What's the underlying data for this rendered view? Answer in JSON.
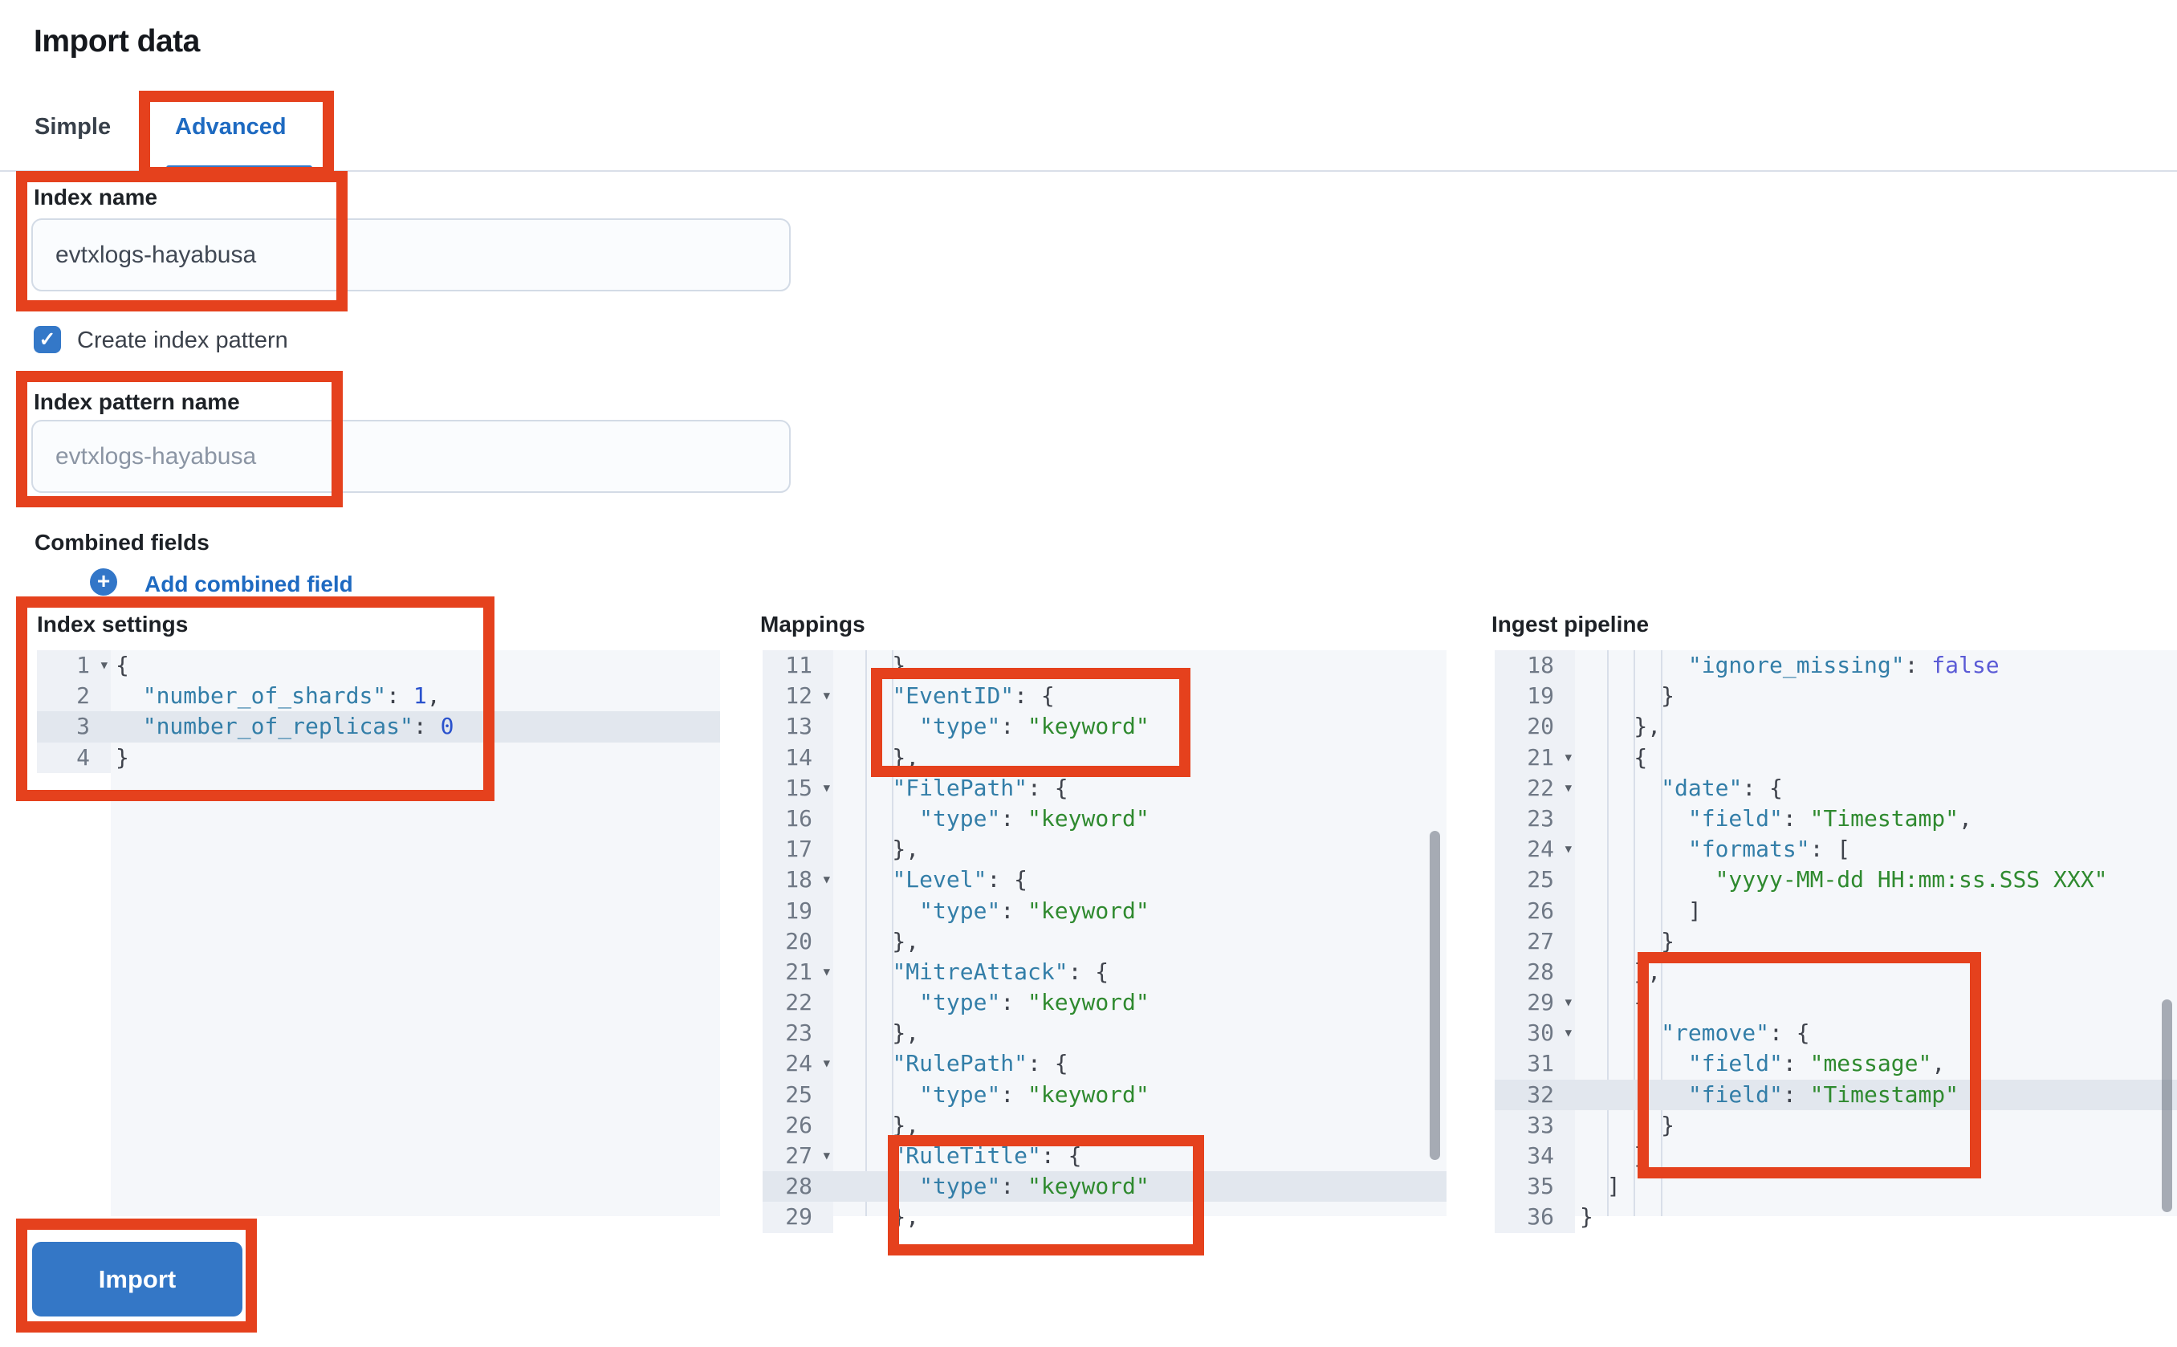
{
  "title": "Import data",
  "tabs": [
    {
      "label": "Simple",
      "active": false
    },
    {
      "label": "Advanced",
      "active": true
    }
  ],
  "form": {
    "index_name": {
      "label": "Index name",
      "value": "evtxlogs-hayabusa"
    },
    "create_index_pattern": {
      "label": "Create index pattern",
      "checked": true,
      "check_glyph": "✓"
    },
    "index_pattern_name": {
      "label": "Index pattern name",
      "placeholder": "evtxlogs-hayabusa"
    },
    "combined_fields": {
      "label": "Combined fields",
      "add_link": "Add combined field",
      "plus_glyph": "+"
    }
  },
  "import_button": {
    "label": "Import"
  },
  "colors": {
    "annotation_red": "#e5411d",
    "primary_blue": "#3478c8",
    "link_blue": "#1e6ac1",
    "code_key": "#337ea8",
    "code_string": "#2f8a2f",
    "code_number": "#2a52cd",
    "code_boolean": "#5b5bd6",
    "active_line_bg": "#e2e7ee"
  },
  "editors": [
    {
      "id": "index-settings",
      "label": "Index settings",
      "guides": [],
      "lines": [
        {
          "num": 1,
          "fold": true,
          "t": [
            [
              "p",
              "{"
            ]
          ]
        },
        {
          "num": 2,
          "t": [
            [
              "p",
              "  "
            ],
            [
              "k",
              "\"number_of_shards\""
            ],
            [
              "p",
              ": "
            ],
            [
              "n",
              "1"
            ],
            [
              "p",
              ","
            ]
          ]
        },
        {
          "num": 3,
          "active": true,
          "t": [
            [
              "p",
              "  "
            ],
            [
              "k",
              "\"number_of_replicas\""
            ],
            [
              "p",
              ": "
            ],
            [
              "n",
              "0"
            ]
          ]
        },
        {
          "num": 4,
          "t": [
            [
              "p",
              "}"
            ]
          ]
        }
      ]
    },
    {
      "id": "mappings",
      "label": "Mappings",
      "guides": [
        2,
        4
      ],
      "lines": [
        {
          "num": 11,
          "t": [
            [
              "p",
              "    },"
            ]
          ]
        },
        {
          "num": 12,
          "fold": true,
          "t": [
            [
              "p",
              "    "
            ],
            [
              "k",
              "\"EventID\""
            ],
            [
              "p",
              ": {"
            ]
          ]
        },
        {
          "num": 13,
          "t": [
            [
              "p",
              "      "
            ],
            [
              "k",
              "\"type\""
            ],
            [
              "p",
              ": "
            ],
            [
              "s",
              "\"keyword\""
            ]
          ]
        },
        {
          "num": 14,
          "t": [
            [
              "p",
              "    },"
            ]
          ]
        },
        {
          "num": 15,
          "fold": true,
          "t": [
            [
              "p",
              "    "
            ],
            [
              "k",
              "\"FilePath\""
            ],
            [
              "p",
              ": {"
            ]
          ]
        },
        {
          "num": 16,
          "t": [
            [
              "p",
              "      "
            ],
            [
              "k",
              "\"type\""
            ],
            [
              "p",
              ": "
            ],
            [
              "s",
              "\"keyword\""
            ]
          ]
        },
        {
          "num": 17,
          "t": [
            [
              "p",
              "    },"
            ]
          ]
        },
        {
          "num": 18,
          "fold": true,
          "t": [
            [
              "p",
              "    "
            ],
            [
              "k",
              "\"Level\""
            ],
            [
              "p",
              ": {"
            ]
          ]
        },
        {
          "num": 19,
          "t": [
            [
              "p",
              "      "
            ],
            [
              "k",
              "\"type\""
            ],
            [
              "p",
              ": "
            ],
            [
              "s",
              "\"keyword\""
            ]
          ]
        },
        {
          "num": 20,
          "t": [
            [
              "p",
              "    },"
            ]
          ]
        },
        {
          "num": 21,
          "fold": true,
          "t": [
            [
              "p",
              "    "
            ],
            [
              "k",
              "\"MitreAttack\""
            ],
            [
              "p",
              ": {"
            ]
          ]
        },
        {
          "num": 22,
          "t": [
            [
              "p",
              "      "
            ],
            [
              "k",
              "\"type\""
            ],
            [
              "p",
              ": "
            ],
            [
              "s",
              "\"keyword\""
            ]
          ]
        },
        {
          "num": 23,
          "t": [
            [
              "p",
              "    },"
            ]
          ]
        },
        {
          "num": 24,
          "fold": true,
          "t": [
            [
              "p",
              "    "
            ],
            [
              "k",
              "\"RulePath\""
            ],
            [
              "p",
              ": {"
            ]
          ]
        },
        {
          "num": 25,
          "t": [
            [
              "p",
              "      "
            ],
            [
              "k",
              "\"type\""
            ],
            [
              "p",
              ": "
            ],
            [
              "s",
              "\"keyword\""
            ]
          ]
        },
        {
          "num": 26,
          "t": [
            [
              "p",
              "    },"
            ]
          ]
        },
        {
          "num": 27,
          "fold": true,
          "t": [
            [
              "p",
              "    "
            ],
            [
              "k",
              "\"RuleTitle\""
            ],
            [
              "p",
              ": {"
            ]
          ]
        },
        {
          "num": 28,
          "active": true,
          "t": [
            [
              "p",
              "      "
            ],
            [
              "k",
              "\"type\""
            ],
            [
              "p",
              ": "
            ],
            [
              "s",
              "\"keyword\""
            ]
          ]
        },
        {
          "num": 29,
          "t": [
            [
              "p",
              "    },"
            ]
          ]
        }
      ]
    },
    {
      "id": "ingest-pipeline",
      "label": "Ingest pipeline",
      "guides": [
        2,
        4,
        6
      ],
      "lines": [
        {
          "num": 18,
          "t": [
            [
              "p",
              "        "
            ],
            [
              "k",
              "\"ignore_missing\""
            ],
            [
              "p",
              ": "
            ],
            [
              "b",
              "false"
            ]
          ]
        },
        {
          "num": 19,
          "t": [
            [
              "p",
              "      }"
            ]
          ]
        },
        {
          "num": 20,
          "t": [
            [
              "p",
              "    },"
            ]
          ]
        },
        {
          "num": 21,
          "fold": true,
          "t": [
            [
              "p",
              "    {"
            ]
          ]
        },
        {
          "num": 22,
          "fold": true,
          "t": [
            [
              "p",
              "      "
            ],
            [
              "k",
              "\"date\""
            ],
            [
              "p",
              ": {"
            ]
          ]
        },
        {
          "num": 23,
          "t": [
            [
              "p",
              "        "
            ],
            [
              "k",
              "\"field\""
            ],
            [
              "p",
              ": "
            ],
            [
              "s",
              "\"Timestamp\""
            ],
            [
              "p",
              ","
            ]
          ]
        },
        {
          "num": 24,
          "fold": true,
          "t": [
            [
              "p",
              "        "
            ],
            [
              "k",
              "\"formats\""
            ],
            [
              "p",
              ": ["
            ]
          ]
        },
        {
          "num": 25,
          "t": [
            [
              "p",
              "          "
            ],
            [
              "s",
              "\"yyyy-MM-dd HH:mm:ss.SSS XXX\""
            ]
          ]
        },
        {
          "num": 26,
          "t": [
            [
              "p",
              "        ]"
            ]
          ]
        },
        {
          "num": 27,
          "t": [
            [
              "p",
              "      }"
            ]
          ]
        },
        {
          "num": 28,
          "t": [
            [
              "p",
              "    },"
            ]
          ]
        },
        {
          "num": 29,
          "fold": true,
          "t": [
            [
              "p",
              "    {"
            ]
          ]
        },
        {
          "num": 30,
          "fold": true,
          "t": [
            [
              "p",
              "      "
            ],
            [
              "k",
              "\"remove\""
            ],
            [
              "p",
              ": {"
            ]
          ]
        },
        {
          "num": 31,
          "t": [
            [
              "p",
              "        "
            ],
            [
              "k",
              "\"field\""
            ],
            [
              "p",
              ": "
            ],
            [
              "s",
              "\"message\""
            ],
            [
              "p",
              ","
            ]
          ]
        },
        {
          "num": 32,
          "active": true,
          "t": [
            [
              "p",
              "        "
            ],
            [
              "k",
              "\"field\""
            ],
            [
              "p",
              ": "
            ],
            [
              "s",
              "\"Timestamp\""
            ]
          ]
        },
        {
          "num": 33,
          "t": [
            [
              "p",
              "      }"
            ]
          ]
        },
        {
          "num": 34,
          "t": [
            [
              "p",
              "    }"
            ]
          ]
        },
        {
          "num": 35,
          "t": [
            [
              "p",
              "  ]"
            ]
          ]
        },
        {
          "num": 36,
          "t": [
            [
              "p",
              "}"
            ]
          ]
        }
      ]
    }
  ]
}
